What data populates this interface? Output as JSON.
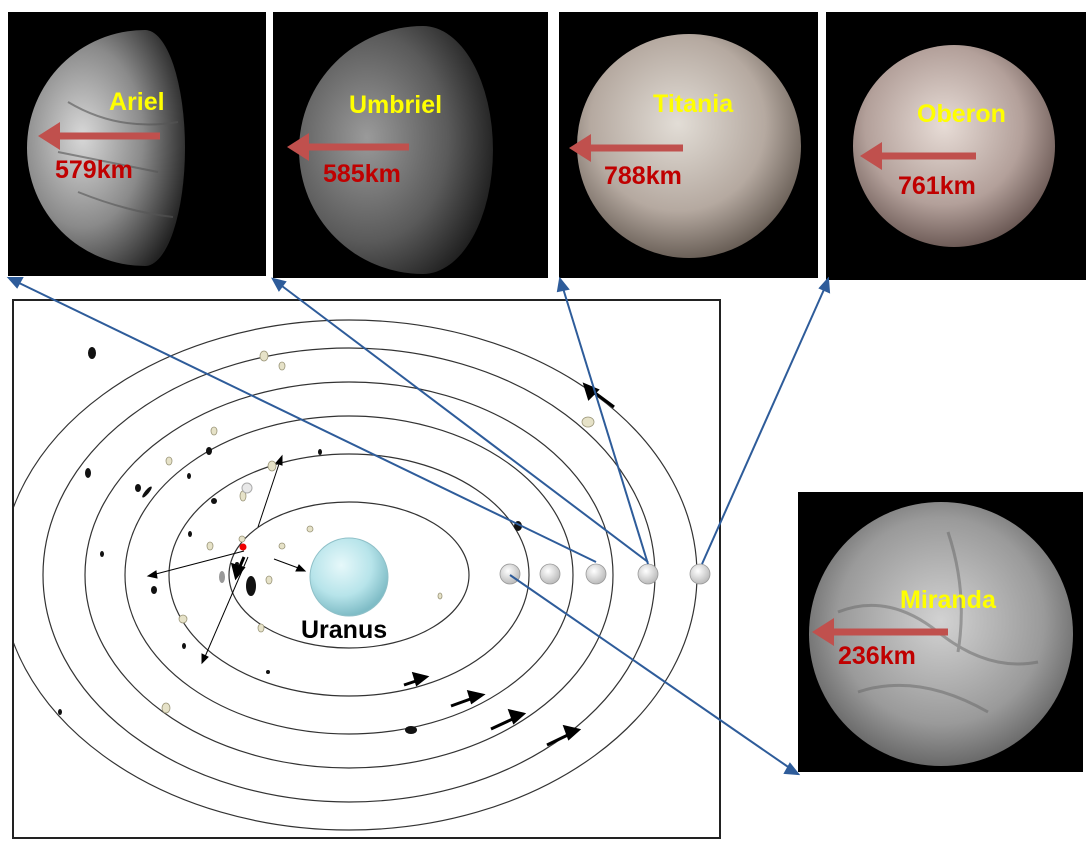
{
  "planet": {
    "name": "Uranus"
  },
  "moons": [
    {
      "name": "Ariel",
      "radius": "579km"
    },
    {
      "name": "Umbriel",
      "radius": "585km"
    },
    {
      "name": "Titania",
      "radius": "788km"
    },
    {
      "name": "Oberon",
      "radius": "761km"
    },
    {
      "name": "Miranda",
      "radius": "236km"
    }
  ],
  "colors": {
    "moon_label": "#ffff00",
    "radius_label": "#c00000",
    "radius_arrow": "#c0504d",
    "connector_line": "#2e5c9a",
    "planet": "#b7e4ea"
  }
}
